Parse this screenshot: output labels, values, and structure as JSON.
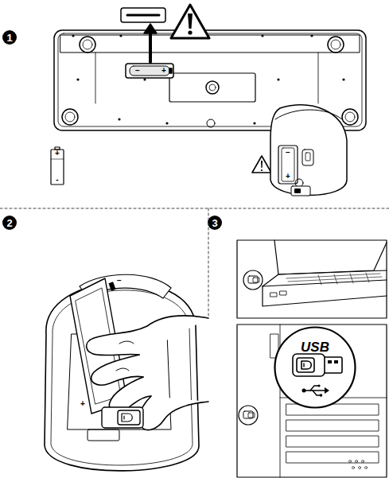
{
  "diagram": {
    "nodes": [
      {
        "text": [
          "USB"
        ]
      }
    ],
    "labels": [
      "1",
      "−",
      "+",
      "+",
      "-",
      "−",
      "+",
      "2",
      "−",
      "+",
      "3"
    ]
  }
}
